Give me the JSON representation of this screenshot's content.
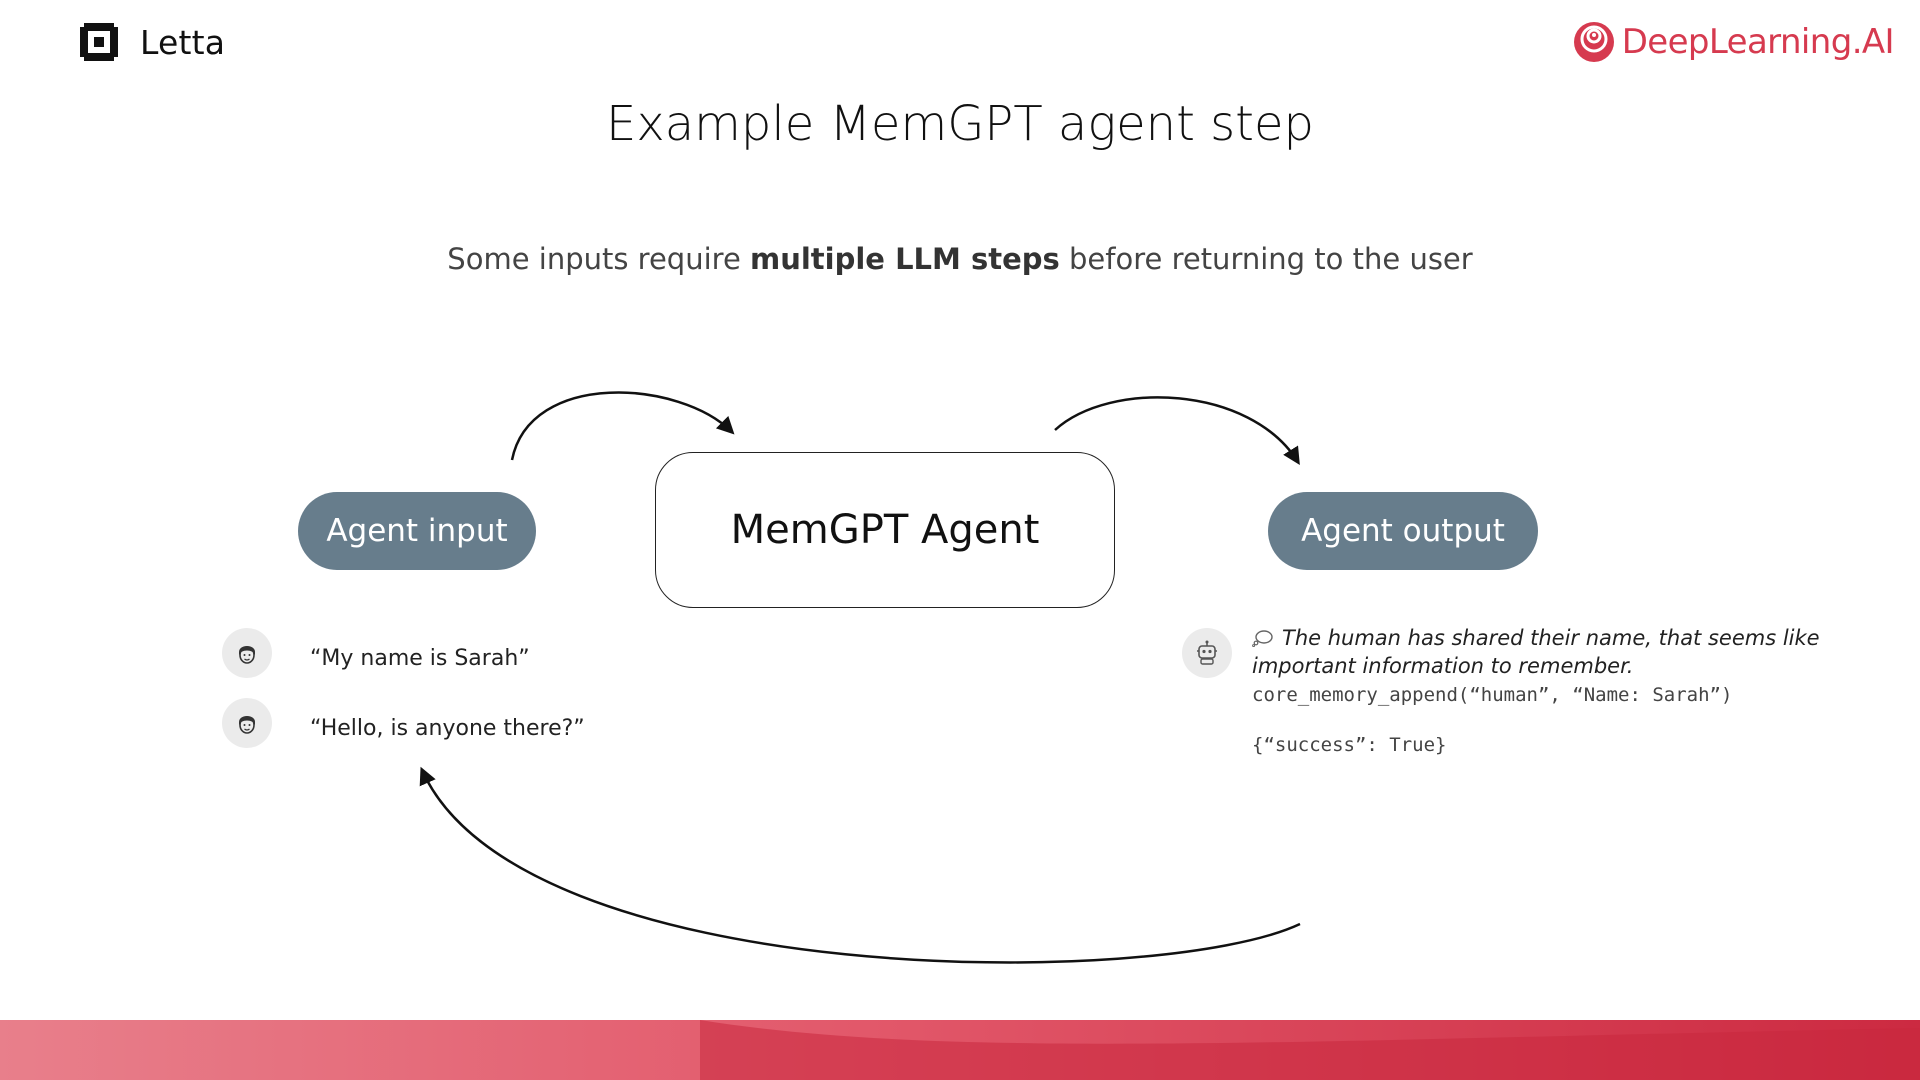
{
  "header": {
    "left_logo": "Letta",
    "right_logo": "DeepLearning.AI",
    "brand_color": "#d63a4f"
  },
  "slide": {
    "title": "Example MemGPT agent step",
    "subtitle_before": "Some inputs require ",
    "subtitle_bold": "multiple LLM steps",
    "subtitle_after": " before returning to the user"
  },
  "diagram": {
    "input_label": "Agent input",
    "agent_label": "MemGPT Agent",
    "output_label": "Agent output",
    "pill_color": "#677d8c",
    "inputs": [
      {
        "avatar": "user-face-icon",
        "text": "“My name is Sarah”"
      },
      {
        "avatar": "user-face-icon",
        "text": "“Hello, is anyone there?”"
      }
    ],
    "output": {
      "avatar": "robot-icon",
      "thought_icon": "thought-bubble-icon",
      "thought": "The human has shared their name, that seems like important information to remember.",
      "call": "core_memory_append(“human”, “Name: Sarah”)",
      "result": "{“success”: True}"
    }
  }
}
